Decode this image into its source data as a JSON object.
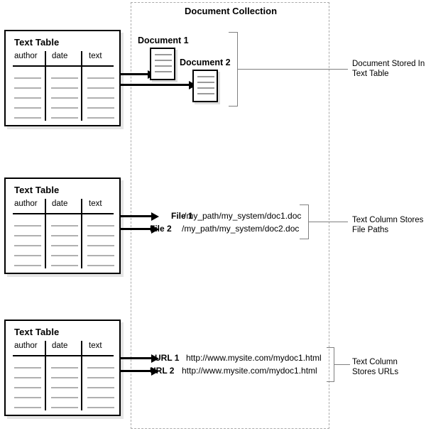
{
  "diagram": {
    "collection": {
      "title": "Document Collection"
    },
    "table": {
      "title": "Text Table",
      "columns": [
        "author",
        "date",
        "text"
      ],
      "row_count": 5
    },
    "sections": [
      {
        "id": "documents",
        "table_title": "Text Table",
        "callout": "Document Stored In\nText Table",
        "documents": [
          {
            "label": "Document 1"
          },
          {
            "label": "Document 2"
          }
        ]
      },
      {
        "id": "file-paths",
        "table_title": "Text Table",
        "callout": "Text Column Stores\nFile Paths",
        "entries": [
          {
            "label": "File 1",
            "value": "/my_path/my_system/doc1.doc"
          },
          {
            "label": "File 2",
            "value": "/my_path/my_system/doc2.doc"
          }
        ]
      },
      {
        "id": "urls",
        "table_title": "Text Table",
        "callout": "Text Column\nStores URLs",
        "entries": [
          {
            "label": "URL 1",
            "value": "http://www.mysite.com/mydoc1.html"
          },
          {
            "label": "URL 2",
            "value": "http://www.mysite.com/mydoc1.html"
          }
        ]
      }
    ],
    "colors": {
      "outline": "#000000",
      "rule_gray": "#b0b0b0",
      "dashed_boundary": "#aaaaaa",
      "bracket": "#808080",
      "background": "#ffffff"
    }
  }
}
